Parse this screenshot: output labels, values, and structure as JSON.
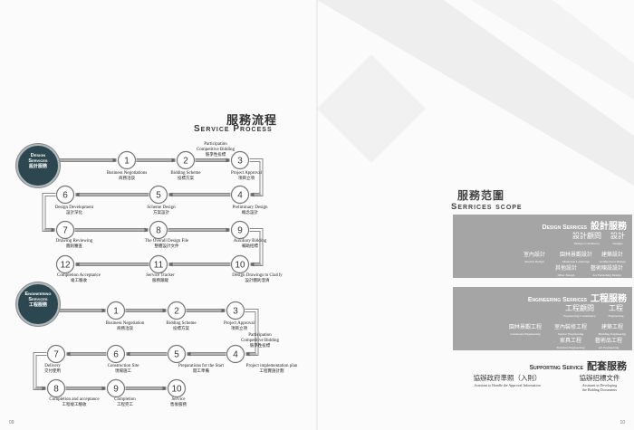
{
  "left_page": {
    "title_cn": "服務流程",
    "title_en": "Service Process",
    "page_number": "09",
    "design_badge": {
      "line1": "Design",
      "line2": "Services",
      "cn": "設計服務"
    },
    "engineering_badge": {
      "line1": "Engineering",
      "line2": "Services",
      "cn": "工程服務"
    },
    "design_steps": [
      {
        "num": "1",
        "en": "Business Negotiations",
        "cn": "商務洽談"
      },
      {
        "num": "2",
        "en": "Bidding Scheme",
        "cn": "投標方案"
      },
      {
        "num": "3",
        "en": "Project Approval",
        "cn": "項目立項"
      },
      {
        "num": "4",
        "en": "Preliminary Design",
        "cn": "概念設計"
      },
      {
        "num": "5",
        "en": "Scheme Design",
        "cn": "方案設計"
      },
      {
        "num": "6",
        "en": "Design Development",
        "cn": "設計深化"
      },
      {
        "num": "7",
        "en": "Drawing Reviewing",
        "cn": "圖則審查"
      },
      {
        "num": "8",
        "en": "The Overall Design File",
        "cn": "整體設計文件"
      },
      {
        "num": "9",
        "en": "Auxiliary Bidding",
        "cn": "輔助招標"
      },
      {
        "num": "10",
        "en": "Design Drawings to Clarify",
        "cn": "設計圖則澄清"
      },
      {
        "num": "11",
        "en": "Service Tracker",
        "cn": "服務跟蹤"
      },
      {
        "num": "12",
        "en": "Completion Acceptance",
        "cn": "竣工驗收"
      }
    ],
    "design_note": {
      "en1": "Participation",
      "en2": "Competitive Bidding",
      "cn": "競爭性投標"
    },
    "engineering_steps": [
      {
        "num": "1",
        "en": "Business Negotiation",
        "cn": "商務洽談"
      },
      {
        "num": "2",
        "en": "Bidding Scheme",
        "cn": "投標方案"
      },
      {
        "num": "3",
        "en": "Project Approval",
        "cn": "項目立項"
      },
      {
        "num": "4",
        "en": "Project implementation plan",
        "cn": "工程實施計劃"
      },
      {
        "num": "5",
        "en": "Preparations for the Start",
        "cn": "開工準備"
      },
      {
        "num": "6",
        "en": "Construction Site",
        "cn": "現場施工"
      },
      {
        "num": "7",
        "en": "Delivery",
        "cn": "交付使用"
      },
      {
        "num": "8",
        "en": "Completion and acceptance",
        "cn": "工程竣工驗收"
      },
      {
        "num": "9",
        "en": "Completion",
        "cn": "工程完工"
      },
      {
        "num": "10",
        "en": "Service",
        "cn": "售後服務"
      }
    ],
    "engineering_note": {
      "en1": "Participation",
      "en2": "Competitive Bidding",
      "cn": "競爭性投標"
    }
  },
  "right_page": {
    "title_cn": "服務范圍",
    "title_en": "Serrices scope",
    "page_number": "10",
    "design": {
      "header_en": "Design Serrices",
      "header_cn": "設計服務",
      "items": [
        {
          "cn": "設計顧問",
          "en": "Design Consultancy"
        },
        {
          "cn": "設計",
          "en": "Designs"
        },
        {
          "cn": "室內設計",
          "en": "Interior Design"
        },
        {
          "cn": "園林景觀設計",
          "en": "Municipal Landscape"
        },
        {
          "cn": "建築設計",
          "en": "Architectural Design"
        },
        {
          "cn": "其他設計",
          "en": "Other Design"
        },
        {
          "cn": "藝術陳設設計",
          "en": "Art Furnishing Design"
        }
      ]
    },
    "engineering": {
      "header_en": "Engineering Serrices",
      "header_cn": "工程服務",
      "items": [
        {
          "cn": "工程顧問",
          "en": "Engineering Consultancy"
        },
        {
          "cn": "工程",
          "en": "Engineering"
        },
        {
          "cn": "園林景觀工程",
          "en": "Landscape Engineering"
        },
        {
          "cn": "室內裝修工程",
          "en": "Interior Engineering"
        },
        {
          "cn": "建築工程",
          "en": "Building Engineering"
        },
        {
          "cn": "家具工程",
          "en": "Furniture Engineering"
        },
        {
          "cn": "藝術品工程",
          "en": "Art Engineering"
        }
      ]
    },
    "supporting": {
      "header_en": "Supporting Service",
      "header_cn": "配套服務",
      "items": [
        {
          "cn": "協辦政府準照（入則）",
          "en": "Assistant to Handle the Approval Information"
        },
        {
          "cn": "協辦招標文件",
          "en1": "Assistant in Developing",
          "en2": "the Bidding Documents"
        }
      ]
    }
  }
}
